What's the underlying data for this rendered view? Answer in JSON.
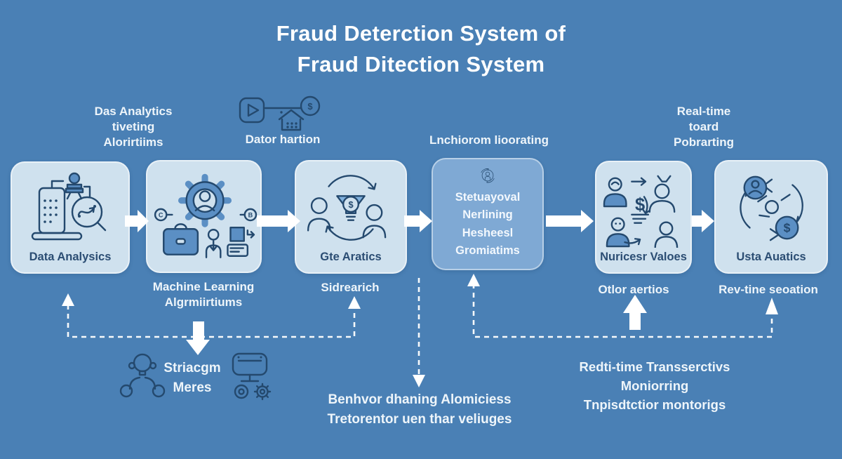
{
  "title": {
    "line1": "Fraud Deterction System of",
    "line2": "Fraud Ditection System"
  },
  "top_labels": {
    "left": [
      "Das Analytics",
      "tiveting",
      "Alorirtiims"
    ],
    "dator": "Dator hartion",
    "center": "Lnchiorom lioorating",
    "right": [
      "Real-time",
      "toard",
      "Pobrarting"
    ]
  },
  "boxes": {
    "box1": {
      "label": "Data Analysics"
    },
    "box2": {
      "caption": [
        "Machine Learning",
        "Algrmiirtiums"
      ]
    },
    "box3": {
      "label": "Gte Aratics",
      "caption": "Sidrearich"
    },
    "box4": {
      "lines": [
        "Stetuayoval",
        "Nerlining Hesheesl",
        "Gromiatims"
      ]
    },
    "box5": {
      "label": "Nuricesr Valoes",
      "caption": "Otlor aertios"
    },
    "box6": {
      "label": "Usta Auatics",
      "caption": "Rev-tine seoation"
    }
  },
  "bottom": {
    "left": [
      "Striacgm",
      "Meres"
    ],
    "center": [
      "Benhvor dhaning Alomiciess",
      "Tretorentor uen thar veliuges"
    ],
    "right": [
      "Redti-time Transserctivs",
      "Moniorring",
      "Tnpisdtctior montorigs"
    ]
  },
  "glyphs": {
    "dollar": "$",
    "badge_c": "C",
    "badge_b": "B"
  },
  "colors": {
    "bg": "#4a80b5",
    "box": "#cfe1ee",
    "accent_box": "#7fa9d4",
    "stroke": "#24496e",
    "navy_text": "#2b4d73",
    "icon_fill": "#5b8fc4",
    "white": "#ffffff"
  }
}
